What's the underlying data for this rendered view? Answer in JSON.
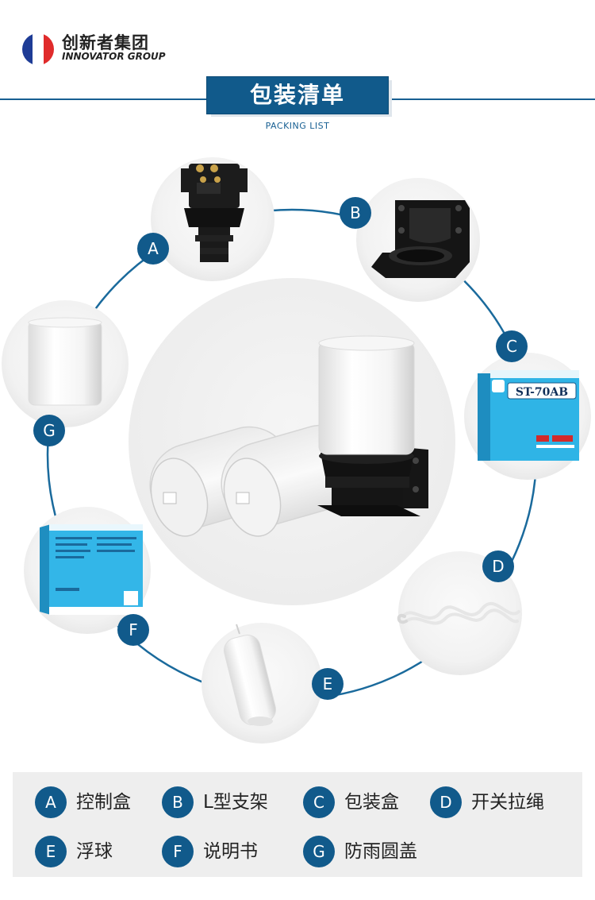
{
  "brand": {
    "name_cn": "创新者集团",
    "name_en": "INNOVATOR GROUP"
  },
  "title": {
    "main": "包装清单",
    "sub": "PACKING LIST"
  },
  "product": {
    "box_model_label": "ST-70AB"
  },
  "items": [
    {
      "letter": "A",
      "label": "控制盒"
    },
    {
      "letter": "B",
      "label": "L型支架"
    },
    {
      "letter": "C",
      "label": "包装盒"
    },
    {
      "letter": "D",
      "label": "开关拉绳"
    },
    {
      "letter": "E",
      "label": "浮球"
    },
    {
      "letter": "F",
      "label": "说明书"
    },
    {
      "letter": "G",
      "label": "防雨圆盖"
    }
  ],
  "colors": {
    "accent": "#115a8b",
    "ring": "#1a6a9c",
    "legend_bg": "#eeeeee",
    "box_cyan": "#2fb4e6",
    "flag_blue": "#1e3c96",
    "flag_red": "#e02b2b"
  }
}
